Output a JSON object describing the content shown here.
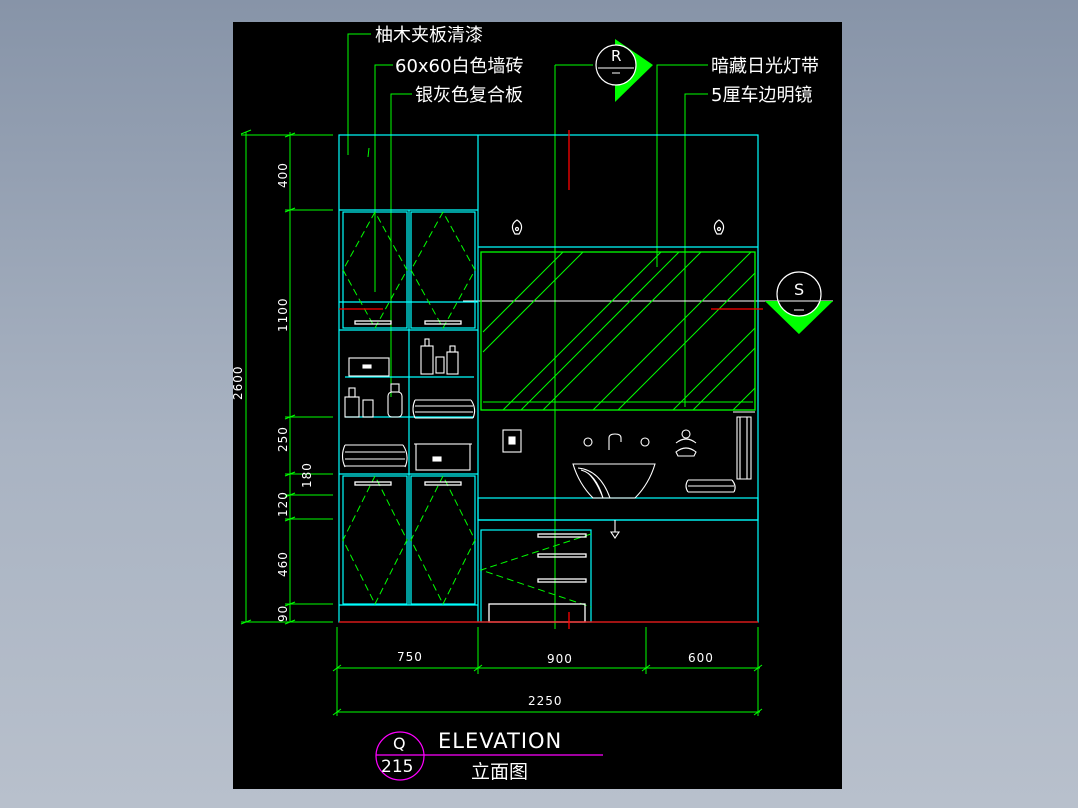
{
  "drawing": {
    "title": "ELEVATION",
    "subtitle": "立面图",
    "tag_top": "Q",
    "tag_bottom": "215"
  },
  "annotations": {
    "wood": "柚木夹板清漆",
    "tile": "60x60白色墙砖",
    "silver": "银灰色复合板",
    "light": "暗藏日光灯带",
    "mirror": "5厘车边明镜"
  },
  "section_marks": {
    "r": "R",
    "s": "S"
  },
  "dimensions": {
    "vertical": [
      "400",
      "1100",
      "250",
      "180",
      "120",
      "460",
      "90"
    ],
    "vertical_total": "2600",
    "horizontal": [
      "750",
      "900",
      "600"
    ],
    "horizontal_total": "2250"
  },
  "colors": {
    "background": "#000000",
    "cabinet_outline": "#00ffff",
    "green_lines": "#00ff00",
    "fixtures": "#ffffff",
    "title_mark": "#ff00ff",
    "red_marks": "#ff0000"
  }
}
